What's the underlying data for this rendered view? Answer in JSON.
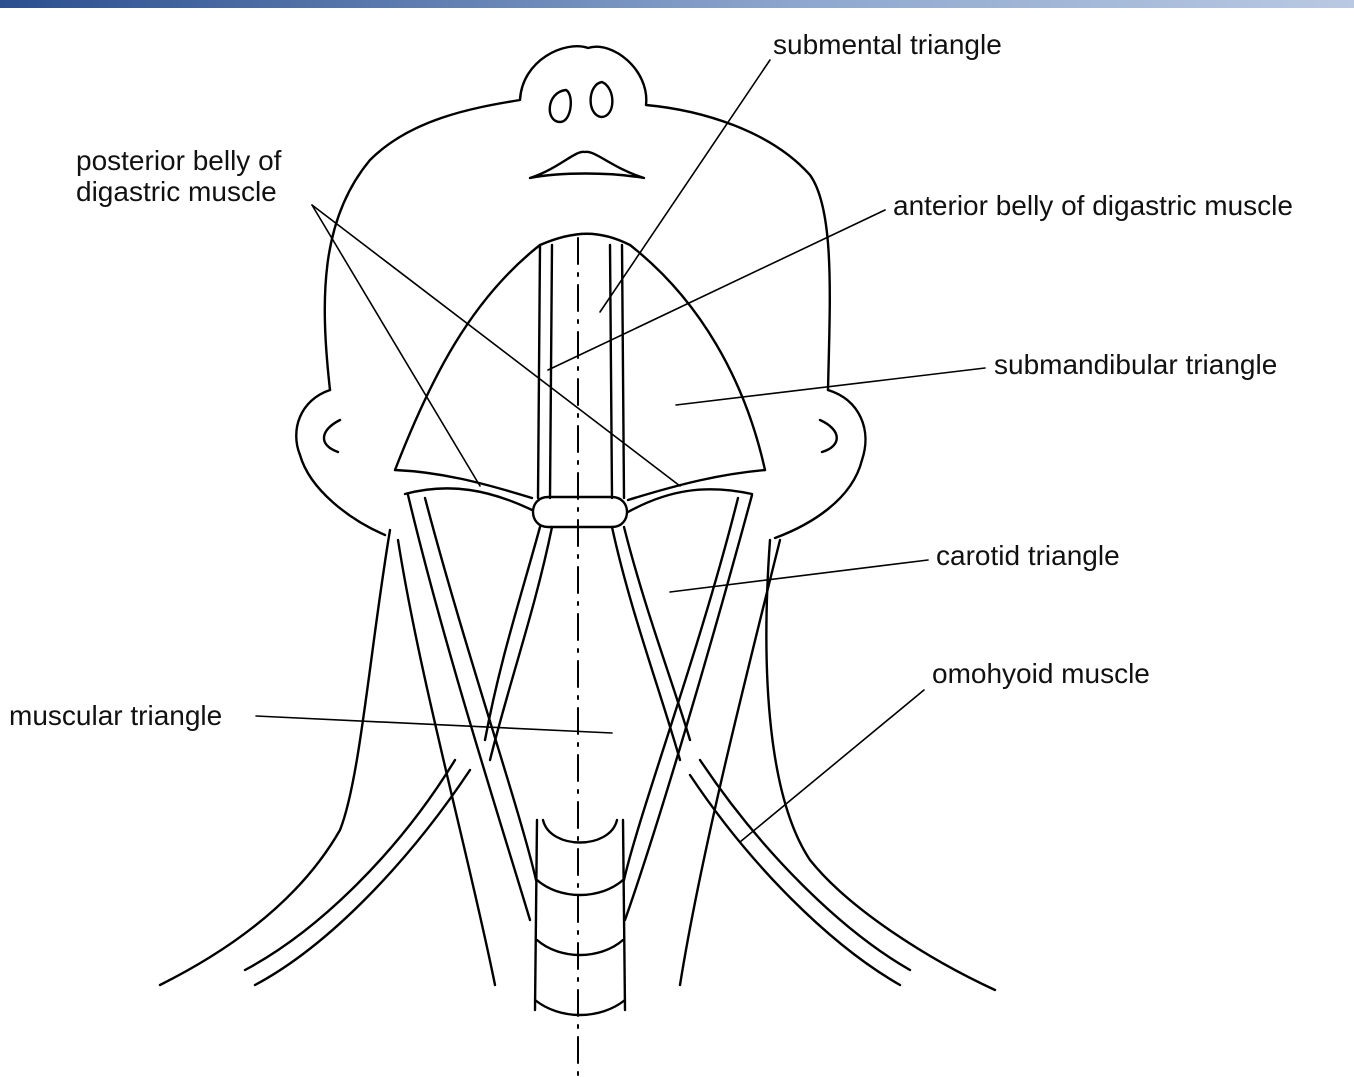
{
  "labels": {
    "submental_triangle": "submental triangle",
    "posterior_belly_line1": "posterior belly of",
    "posterior_belly_line2": "digastric muscle",
    "anterior_belly": "anterior belly of digastric muscle",
    "submandibular_triangle": "submandibular triangle",
    "carotid_triangle": "carotid triangle",
    "omohyoid_muscle": "omohyoid muscle",
    "muscular_triangle": "muscular triangle"
  },
  "colors": {
    "line": "#000000",
    "background": "#ffffff",
    "top_strip": "#2b4f8f"
  }
}
